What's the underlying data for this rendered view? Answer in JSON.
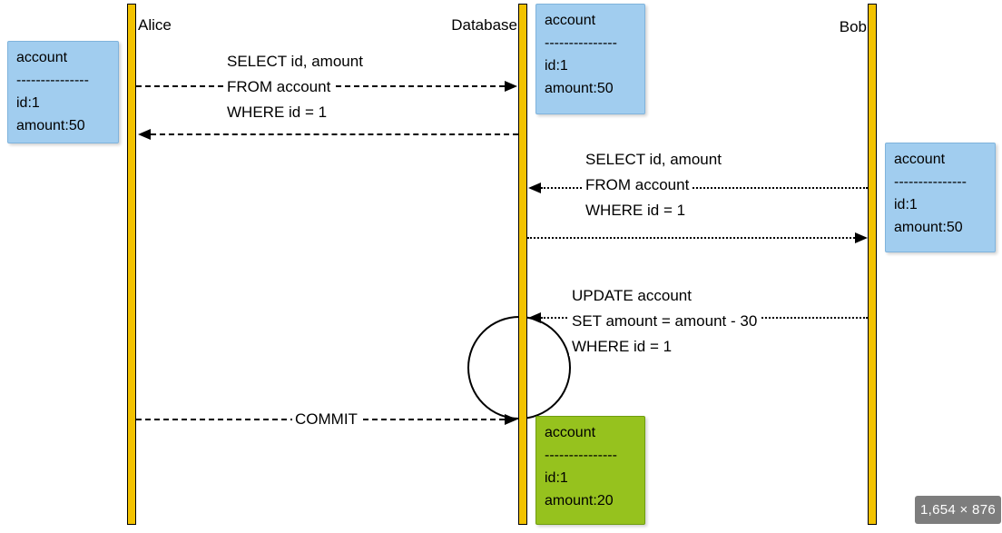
{
  "diagram_title": "database-transaction-sequence-diagram",
  "colors": {
    "lifeline_fill": "#F2C200",
    "lifeline_border": "#000000",
    "note_blue_fill": "#A1CDEF",
    "note_blue_border": "#7FB3DC",
    "note_green_fill": "#96C21E",
    "note_green_border": "#6F9D0F",
    "arrow_color": "#000000",
    "badge_bg": "#7d7d7d",
    "badge_text_color": "#ffffff"
  },
  "actors": [
    {
      "id": "alice",
      "name": "Alice"
    },
    {
      "id": "database",
      "name": "Database"
    },
    {
      "id": "bob",
      "name": "Bob"
    }
  ],
  "messages": [
    {
      "from": "Alice",
      "to": "Database",
      "style": "dashed",
      "lines": [
        "SELECT id, amount",
        "FROM account",
        "WHERE id = 1"
      ]
    },
    {
      "from": "Database",
      "to": "Alice",
      "style": "dashed",
      "lines": []
    },
    {
      "from": "Bob",
      "to": "Database",
      "style": "dotted",
      "lines": [
        "SELECT id, amount",
        "FROM account",
        "WHERE id = 1"
      ]
    },
    {
      "from": "Database",
      "to": "Bob",
      "style": "dotted",
      "lines": []
    },
    {
      "from": "Bob",
      "to": "Database",
      "style": "dotted",
      "lines": [
        "UPDATE account",
        "SET amount = amount - 30",
        "WHERE id = 1"
      ]
    },
    {
      "from": "Alice",
      "to": "Database",
      "style": "dashed",
      "lines": [
        "COMMIT"
      ]
    }
  ],
  "notes": [
    {
      "id": "alice-result",
      "color": "blue",
      "lines": [
        "account",
        "---------------",
        "id:1",
        "amount:50"
      ]
    },
    {
      "id": "database-initial",
      "color": "blue",
      "lines": [
        "account",
        "---------------",
        "id:1",
        "amount:50"
      ]
    },
    {
      "id": "bob-result",
      "color": "blue",
      "lines": [
        "account",
        "---------------",
        "id:1",
        "amount:50"
      ]
    },
    {
      "id": "commit-result",
      "color": "green",
      "lines": [
        "account",
        "---------------",
        "id:1",
        "amount:20"
      ]
    }
  ],
  "loop": {
    "meaning": "transaction-loop-on-database-lifeline"
  },
  "size_badge": {
    "text": "1,654 × 876"
  }
}
